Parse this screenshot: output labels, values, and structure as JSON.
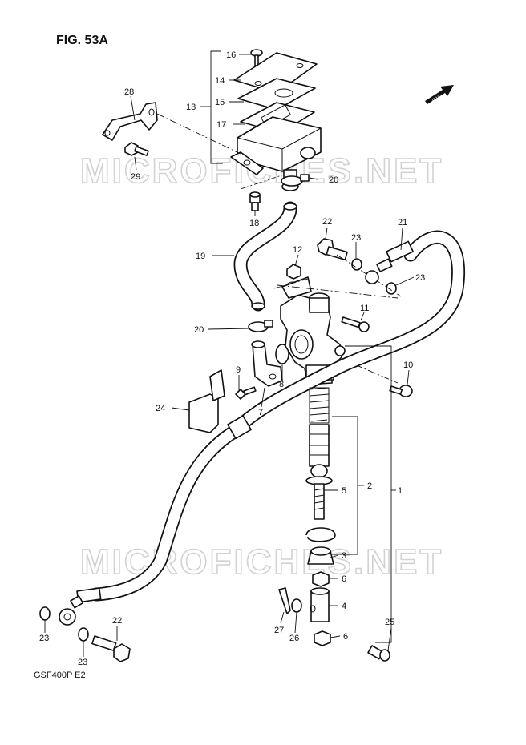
{
  "figure_title": "FIG. 53A",
  "model_code": "GSF400P  E2",
  "watermarks": [
    "MICROFICHES.NET",
    "MICROFICHES.NET"
  ],
  "fwd_label": "FWD",
  "callouts": {
    "c1": "1",
    "c2": "2",
    "c3": "3",
    "c4": "4",
    "c5": "5",
    "c6a": "6",
    "c6b": "6",
    "c7": "7",
    "c8": "8",
    "c9": "9",
    "c10": "10",
    "c11": "11",
    "c12": "12",
    "c13": "13",
    "c14": "14",
    "c15": "15",
    "c16": "16",
    "c17": "17",
    "c18": "18",
    "c19": "19",
    "c20a": "20",
    "c20b": "20",
    "c21": "21",
    "c22a": "22",
    "c22b": "22",
    "c23a": "23",
    "c23b": "23",
    "c23c": "23",
    "c23d": "23",
    "c24": "24",
    "c25": "25",
    "c26": "26",
    "c27": "27",
    "c28": "28",
    "c29": "29"
  },
  "colors": {
    "ink": "#111111",
    "watermark": "#d2d2d2",
    "paper": "#ffffff"
  }
}
